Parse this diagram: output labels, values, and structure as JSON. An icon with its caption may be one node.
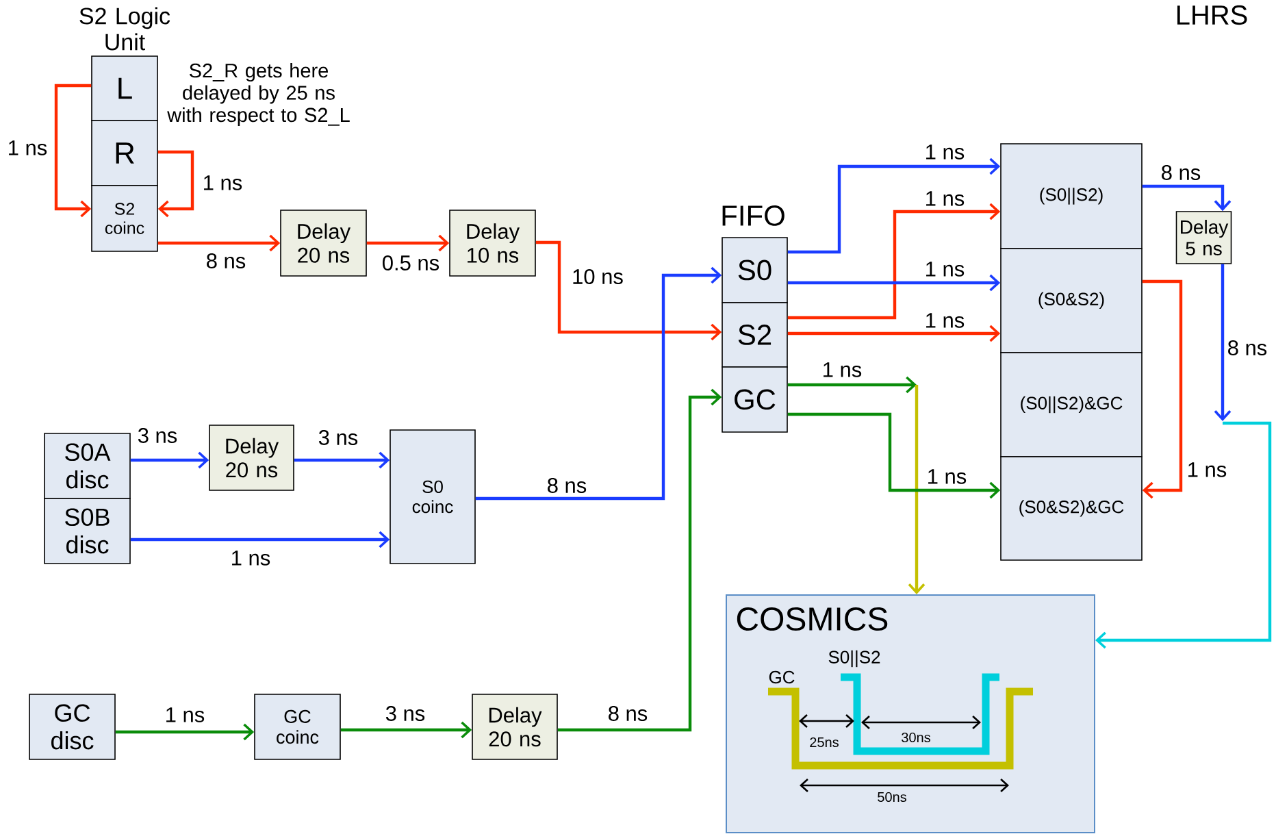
{
  "diagram": {
    "nodes": [
      {
        "text": [
          "L"
        ]
      },
      {
        "text": [
          "R"
        ]
      },
      {
        "text": [
          "S2 coinc"
        ]
      },
      {
        "text": [
          "Delay 20 ns"
        ]
      },
      {
        "text": [
          "Delay 10 ns"
        ]
      },
      {
        "text": [
          "S0"
        ]
      },
      {
        "text": [
          "S2"
        ]
      },
      {
        "text": [
          "GC"
        ]
      },
      {
        "text": [
          "(S0||S2)"
        ]
      },
      {
        "text": [
          "(S0&S2)"
        ]
      },
      {
        "text": [
          "(S0||S2)&GC"
        ]
      },
      {
        "text": [
          "(S0&S2)&GC"
        ]
      },
      {
        "text": [
          "Delay 5 ns"
        ]
      },
      {
        "text": [
          "S0A disc"
        ]
      },
      {
        "text": [
          "S0B disc"
        ]
      },
      {
        "text": [
          "Delay 20 ns"
        ]
      },
      {
        "text": [
          "S0 coinc"
        ]
      },
      {
        "text": [
          "GC disc"
        ]
      },
      {
        "text": [
          "GC coinc"
        ]
      },
      {
        "text": [
          "Delay 20 ns"
        ]
      },
      {
        "text": [
          "COSMICS"
        ]
      }
    ],
    "edges": [
      {
        "from": 0,
        "to": 2,
        "arrow": "to",
        "label": "1 ns",
        "color": "#ff2a00"
      },
      {
        "from": 1,
        "to": 2,
        "arrow": "to",
        "label": "1 ns",
        "color": "#ff2a00"
      },
      {
        "from": 2,
        "to": 3,
        "arrow": "to",
        "label": "8 ns",
        "color": "#ff2a00"
      },
      {
        "from": 3,
        "to": 4,
        "arrow": "to",
        "label": "0.5 ns",
        "color": "#ff2a00"
      },
      {
        "from": 4,
        "to": 6,
        "arrow": "to",
        "label": "10 ns",
        "color": "#ff2a00"
      },
      {
        "from": 13,
        "to": 15,
        "arrow": "to",
        "label": "3 ns",
        "color": "#1a3cff"
      },
      {
        "from": 15,
        "to": 16,
        "arrow": "to",
        "label": "3 ns",
        "color": "#1a3cff"
      },
      {
        "from": 14,
        "to": 16,
        "arrow": "to",
        "label": "1 ns",
        "color": "#1a3cff"
      },
      {
        "from": 16,
        "to": 5,
        "arrow": "to",
        "label": "8 ns",
        "color": "#1a3cff"
      },
      {
        "from": 17,
        "to": 18,
        "arrow": "to",
        "label": "1 ns",
        "color": "#0a8c0a"
      },
      {
        "from": 18,
        "to": 19,
        "arrow": "to",
        "label": "3 ns",
        "color": "#0a8c0a"
      },
      {
        "from": 19,
        "to": 7,
        "arrow": "to",
        "label": "8 ns",
        "color": "#0a8c0a"
      },
      {
        "from": 5,
        "to": 8,
        "arrow": "to",
        "label": "1 ns",
        "color": "#1a3cff"
      },
      {
        "from": 6,
        "to": 8,
        "arrow": "to",
        "label": "1 ns",
        "color": "#ff2a00"
      },
      {
        "from": 5,
        "to": 9,
        "arrow": "to",
        "label": "1 ns",
        "color": "#1a3cff"
      },
      {
        "from": 6,
        "to": 9,
        "arrow": "to",
        "label": "1 ns",
        "color": "#ff2a00"
      },
      {
        "from": 7,
        "to": null,
        "arrow": "to",
        "label": "1 ns",
        "color": "#0a8c0a"
      },
      {
        "from": null,
        "to": 20,
        "arrow": "to",
        "color": "#c4c000"
      },
      {
        "from": 7,
        "to": 11,
        "arrow": "to",
        "label": "1 ns",
        "color": "#0a8c0a"
      },
      {
        "from": 8,
        "to": 12,
        "arrow": "to",
        "label": "8 ns",
        "color": "#1a3cff"
      },
      {
        "from": 12,
        "to": null,
        "arrow": "to",
        "label": "8 ns",
        "color": "#1a3cff"
      },
      {
        "from": null,
        "to": 20,
        "arrow": "to",
        "color": "#00cfdc"
      },
      {
        "from": 9,
        "to": 11,
        "arrow": "to",
        "label": "1 ns",
        "color": "#ff2a00"
      }
    ],
    "labels": [
      "LHRS",
      "S2 Logic Unit",
      "S2_R gets here delayed by 25 ns with respect to S2_L",
      "FIFO",
      "S0||S2",
      "GC",
      "25ns",
      "30ns",
      "50ns"
    ]
  }
}
